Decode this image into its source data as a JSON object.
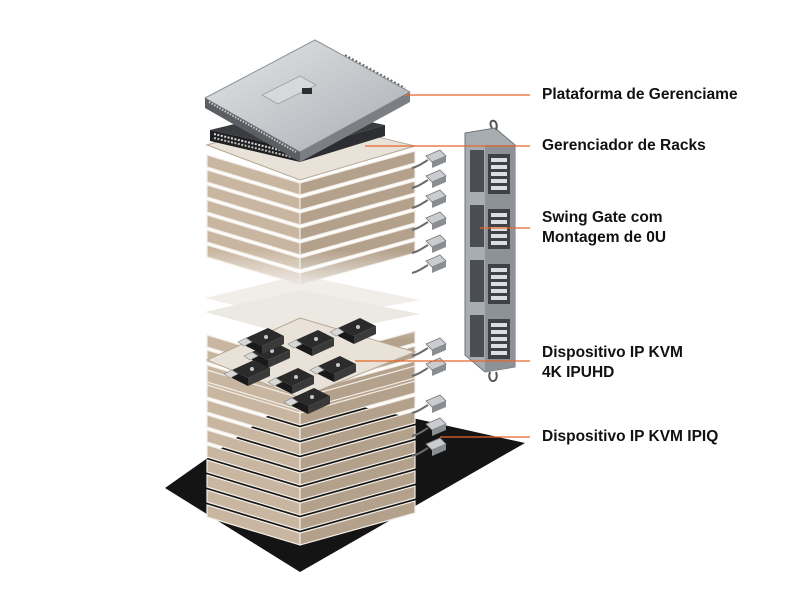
{
  "callouts": {
    "management_platform": {
      "text": "Plataforma de Gerenciame"
    },
    "rack_manager": {
      "text": "Gerenciador de Racks"
    },
    "swing_gate": {
      "line1": "Swing Gate com",
      "line2": "Montagem de 0U"
    },
    "ip_kvm_4k": {
      "line1": "Dispositivo IP KVM",
      "line2": "4K IPUHD"
    },
    "ip_kvm_ipiq": {
      "text": "Dispositivo IP KVM IPIQ"
    }
  },
  "colors": {
    "leader_line": "#e8662b",
    "floor": "#141414",
    "rack_tan": "#c9b6a0",
    "rack_edge": "#f2ede6",
    "device_silver": "#c9ccd0",
    "panel_grey": "#9aa0a6",
    "dongle_dark": "#2b2b2b",
    "label_text": "#111111"
  },
  "icons": {
    "management_platform": "1u-server-appliance",
    "rack_manager": "1u-switch-appliance",
    "swing_gate": "vertical-0u-patch-panel",
    "ip_kvm_4k": "kvm-box-device",
    "ip_kvm_ipiq": "kvm-dongle-adapter"
  }
}
